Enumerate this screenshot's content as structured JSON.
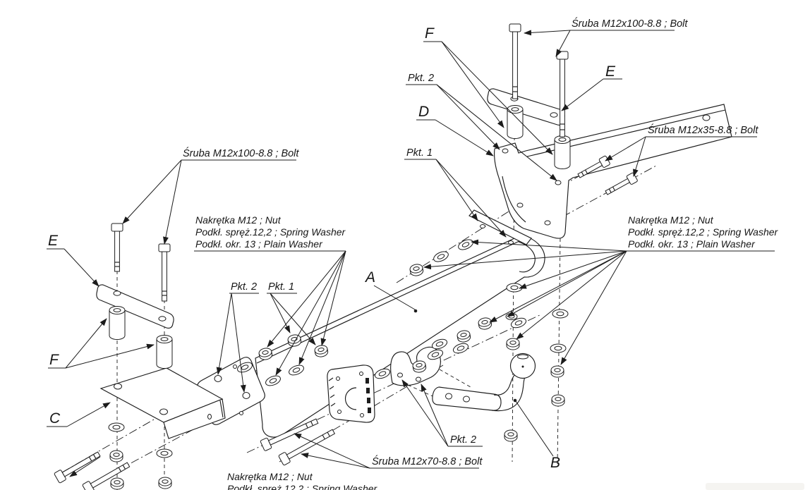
{
  "drawing": {
    "background": "#ffffff",
    "line_color": "#1c1c1c",
    "part_letters": {
      "a": "A",
      "b": "B",
      "c": "C",
      "d": "D",
      "e": "E",
      "f": "F"
    },
    "callouts": {
      "bolt_m12x100": "Śruba M12x100-8.8 ;  Bolt",
      "bolt_m12x35": "Śruba M12x35-8.8 ;  Bolt",
      "bolt_m12x70": "Śruba M12x70-8.8 ;  Bolt",
      "point_1": "Pkt. 1",
      "point_2": "Pkt. 2"
    },
    "fastener_note": {
      "line1": "Nakrętka  M12 ; Nut",
      "line2": "Podkł. spręż.12,2 ; Spring Washer",
      "line3": "Podkł. okr. 13 ; Plain Washer"
    }
  }
}
